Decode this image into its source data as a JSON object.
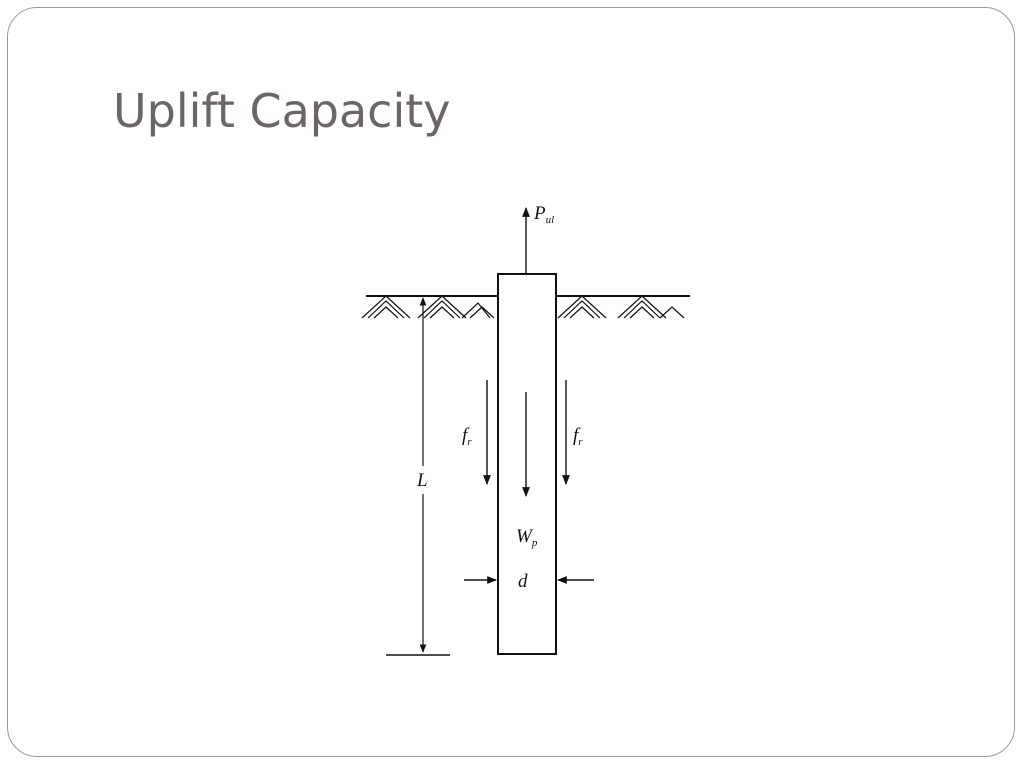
{
  "slide": {
    "title": "Uplift Capacity"
  },
  "diagram": {
    "load_label": {
      "main": "P",
      "sub": "ul"
    },
    "skin_friction_left": {
      "main": "f",
      "sub": "r"
    },
    "skin_friction_right": {
      "main": "f",
      "sub": "r"
    },
    "weight_label": {
      "main": "W",
      "sub": "p"
    },
    "length_label": "L",
    "diameter_label": "d"
  },
  "colors": {
    "title": "#6b6565",
    "frame": "#9a9a9a",
    "ink": "#111111"
  }
}
